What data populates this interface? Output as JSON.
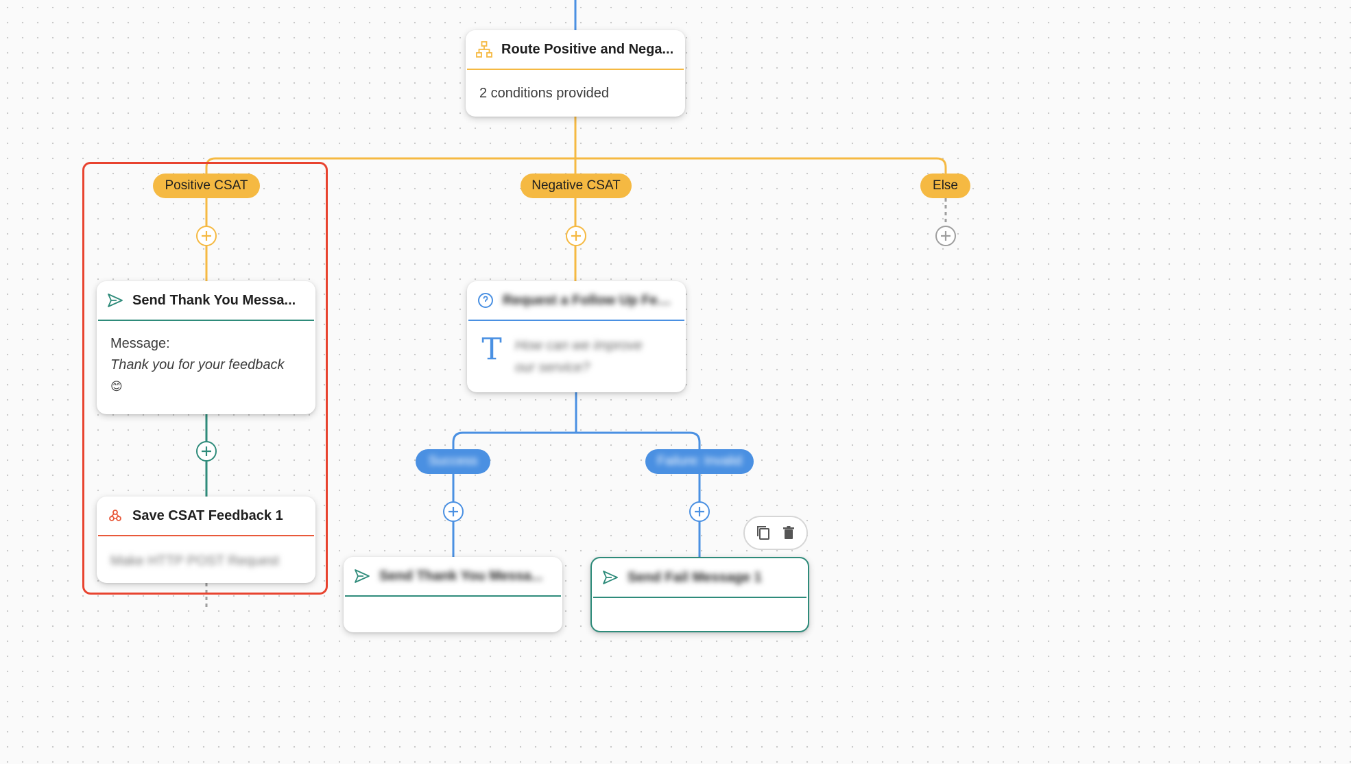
{
  "router_node": {
    "title": "Route Positive and Nega...",
    "body": "2 conditions provided"
  },
  "branches": {
    "positive": "Positive CSAT",
    "negative": "Negative CSAT",
    "else": "Else"
  },
  "send_thanks_node": {
    "title": "Send Thank You Messa...",
    "message_label": "Message:",
    "message_text": "Thank you for your feedback",
    "message_emoji": "😊"
  },
  "save_feedback_node": {
    "title": "Save CSAT Feedback 1",
    "body": "Make HTTP POST Request"
  },
  "followup_node": {
    "title": "Request a Follow Up Fee...",
    "body": "How can we improve our service?"
  },
  "outcomes": {
    "success": "Success",
    "failure": "Failure: Invalid"
  },
  "success_node": {
    "title": "Send Thank You Messa..."
  },
  "failure_node": {
    "title": "Send Fail Message 1"
  },
  "colors": {
    "yellow": "#f5b942",
    "teal": "#2e8b7a",
    "blue": "#4a90e2",
    "selection": "#e8432f",
    "grey": "#9e9e9e"
  },
  "icons": {
    "router": "hierarchy-icon",
    "send": "send-icon",
    "http": "webhook-icon",
    "question": "question-icon",
    "text": "text-icon",
    "copy": "copy-icon",
    "delete": "trash-icon",
    "add": "plus-circle-icon"
  }
}
